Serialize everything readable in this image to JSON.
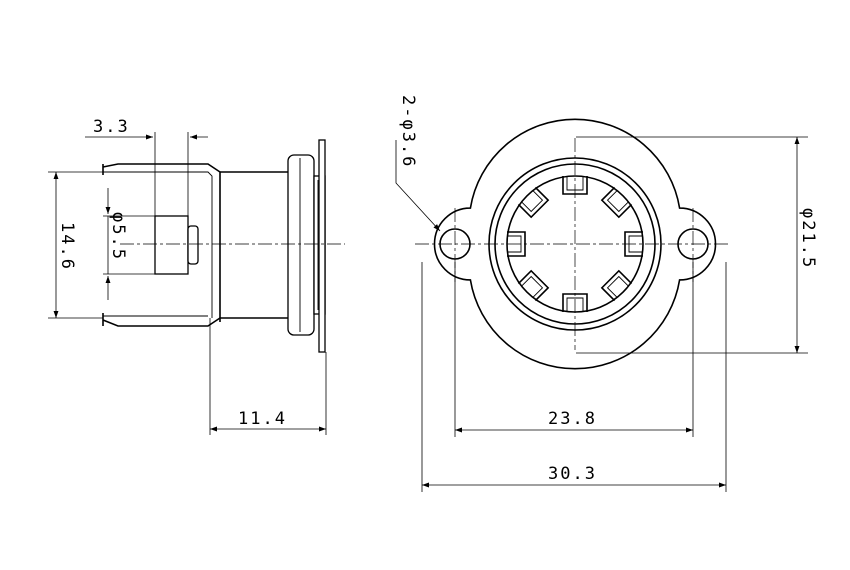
{
  "dimensions": {
    "pin_offset": "3.3",
    "pin_diameter": "φ5.5",
    "side_height": "14.6",
    "body_depth": "11.4",
    "hole_spacing": "23.8",
    "flange_width": "30.3",
    "body_diameter": "φ21.5",
    "mounting_holes": "2-φ3.6"
  }
}
